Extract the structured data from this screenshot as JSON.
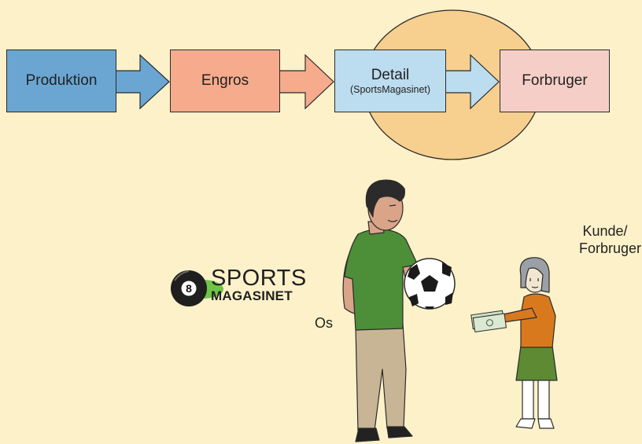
{
  "diagram": {
    "boxes": [
      {
        "id": "produktion",
        "label": "Produktion",
        "color": "#6aa6d1"
      },
      {
        "id": "engros",
        "label": "Engros",
        "color": "#f6ab8c"
      },
      {
        "id": "detail",
        "label": "Detail",
        "sublabel": "(SportsMagasinet)",
        "color": "#bcdcef"
      },
      {
        "id": "forbruger",
        "label": "Forbruger",
        "color": "#f5cfc7"
      }
    ],
    "ellipse_color": "#f7cf8e",
    "arrow_color": "#6aa6d1"
  },
  "scene": {
    "logo": {
      "word1": "SPORTS",
      "word2": "MAGASINET",
      "ball_number": "8"
    },
    "us_label": "Os",
    "customer_label_line1": "Kunde/",
    "customer_label_line2": "Forbruger"
  }
}
